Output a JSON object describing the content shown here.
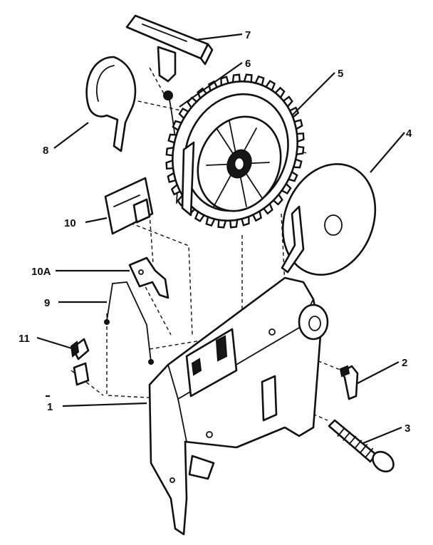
{
  "callouts": {
    "part1": "1",
    "part2": "2",
    "part3": "3",
    "part4": "4",
    "part5": "5",
    "part6": "6",
    "part7": "7",
    "part8": "8",
    "part9": "9",
    "part10": "10",
    "part10A": "10A",
    "part11": "11"
  },
  "colors": {
    "ink": "#111111",
    "paper": "#ffffff"
  }
}
